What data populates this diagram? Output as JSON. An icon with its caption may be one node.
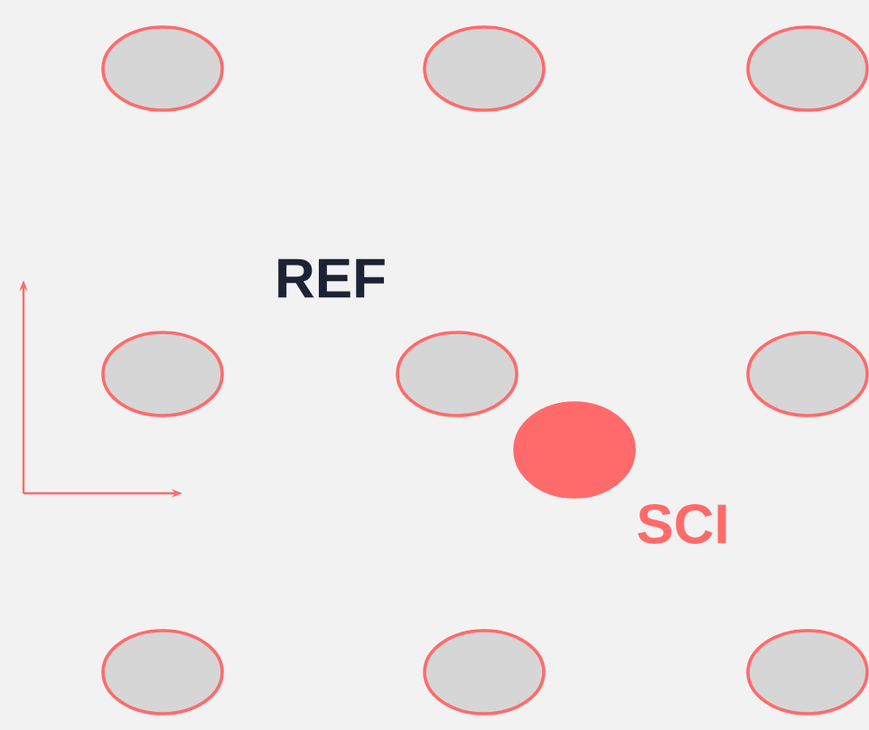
{
  "diagram": {
    "nodes": [
      {
        "text": [],
        "shape": "circle"
      },
      {
        "text": [],
        "shape": "circle"
      },
      {
        "text": [],
        "shape": "circle"
      },
      {
        "text": [],
        "shape": "circle"
      },
      {
        "text": [],
        "shape": "circle",
        "beside": [
          "REF"
        ]
      },
      {
        "text": [],
        "shape": "circle"
      },
      {
        "text": [],
        "shape": "circle",
        "beside": [
          "SCI"
        ]
      },
      {
        "text": [],
        "shape": "circle"
      },
      {
        "text": [],
        "shape": "circle"
      },
      {
        "text": [],
        "shape": "circle"
      }
    ]
  }
}
